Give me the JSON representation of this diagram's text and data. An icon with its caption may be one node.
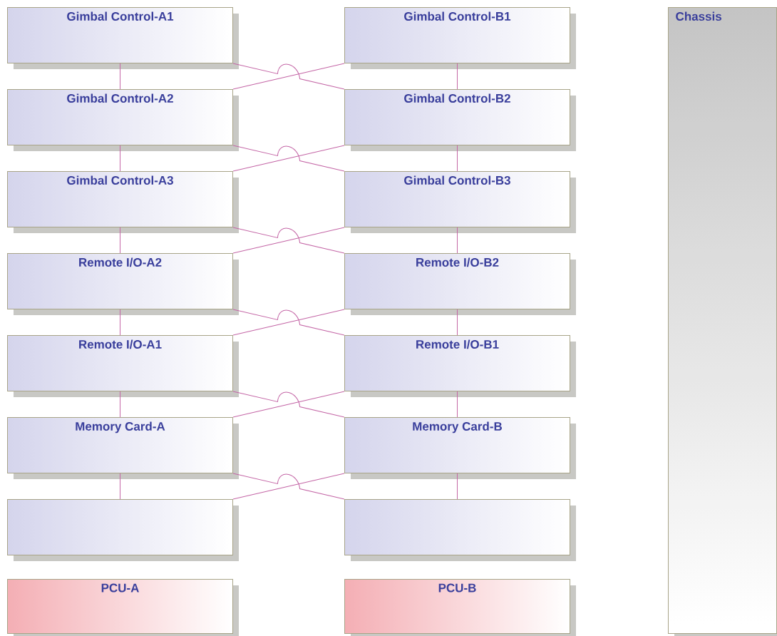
{
  "diagram": {
    "nodes": [
      {
        "text": [
          "Gimbal Control-A1"
        ]
      },
      {
        "text": [
          "Gimbal Control-B1"
        ]
      },
      {
        "text": [
          "Chassis"
        ]
      },
      {
        "text": [
          "Gimbal Control-A2"
        ]
      },
      {
        "text": [
          "Gimbal Control-B2"
        ]
      },
      {
        "text": [
          "Gimbal Control-A3"
        ]
      },
      {
        "text": [
          "Gimbal Control-B3"
        ]
      },
      {
        "text": [
          "Remote I/O-A2"
        ]
      },
      {
        "text": [
          "Remote I/O-B2"
        ]
      },
      {
        "text": [
          "Remote I/O-A1"
        ]
      },
      {
        "text": [
          "Remote I/O-B1"
        ]
      },
      {
        "text": [
          "Memory Card-A"
        ]
      },
      {
        "text": [
          "Memory Card-B"
        ]
      },
      {
        "text": [],
        "shape": "box"
      },
      {
        "text": [],
        "shape": "box"
      },
      {
        "text": [
          "PCU-A"
        ]
      },
      {
        "text": [
          "PCU-B"
        ]
      }
    ],
    "edges": [
      {
        "from": 0,
        "to": 3,
        "arrow": "none"
      },
      {
        "from": 3,
        "to": 5,
        "arrow": "none"
      },
      {
        "from": 5,
        "to": 7,
        "arrow": "none"
      },
      {
        "from": 7,
        "to": 9,
        "arrow": "none"
      },
      {
        "from": 9,
        "to": 11,
        "arrow": "none"
      },
      {
        "from": 11,
        "to": 13,
        "arrow": "none"
      },
      {
        "from": 1,
        "to": 4,
        "arrow": "none"
      },
      {
        "from": 4,
        "to": 6,
        "arrow": "none"
      },
      {
        "from": 6,
        "to": 8,
        "arrow": "none"
      },
      {
        "from": 8,
        "to": 10,
        "arrow": "none"
      },
      {
        "from": 10,
        "to": 12,
        "arrow": "none"
      },
      {
        "from": 12,
        "to": 14,
        "arrow": "none"
      },
      {
        "from": 0,
        "to": 4,
        "arrow": "none"
      },
      {
        "from": 1,
        "to": 3,
        "arrow": "none"
      },
      {
        "from": 3,
        "to": 6,
        "arrow": "none"
      },
      {
        "from": 4,
        "to": 5,
        "arrow": "none"
      },
      {
        "from": 5,
        "to": 8,
        "arrow": "none"
      },
      {
        "from": 6,
        "to": 7,
        "arrow": "none"
      },
      {
        "from": 7,
        "to": 10,
        "arrow": "none"
      },
      {
        "from": 8,
        "to": 9,
        "arrow": "none"
      },
      {
        "from": 9,
        "to": 12,
        "arrow": "none"
      },
      {
        "from": 10,
        "to": 11,
        "arrow": "none"
      },
      {
        "from": 11,
        "to": 14,
        "arrow": "none"
      },
      {
        "from": 12,
        "to": 13,
        "arrow": "none"
      }
    ]
  }
}
